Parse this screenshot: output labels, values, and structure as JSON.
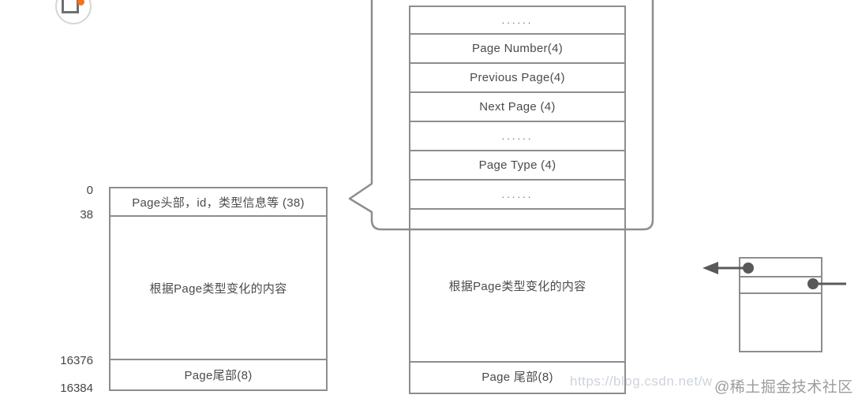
{
  "colors": {
    "border": "#8d8d8d",
    "text": "#4b4b4b",
    "arrow": "#595959",
    "accent_orange": "#f87316",
    "watermark_url_color": "#ced3dd",
    "watermark_brand_color": "#9c9c9c"
  },
  "icons": {
    "top_left": "csdn-logo-icon (circle with square outline and orange dot)"
  },
  "left_box": {
    "offsets": [
      "0",
      "38",
      "16376",
      "16384"
    ],
    "rows": [
      {
        "label": "Page头部，id，类型信息等 (38)"
      },
      {
        "label": "根据Page类型变化的内容"
      },
      {
        "label": "Page尾部(8)"
      }
    ]
  },
  "detail_box": {
    "rows": [
      "......",
      "Page Number(4)",
      "Previous Page(4)",
      "Next Page (4)",
      "......",
      "Page Type (4)",
      "......",
      "根据Page类型变化的内容",
      "Page 尾部(8)"
    ]
  },
  "small_box": {
    "rows": [
      "prev-pointer-row",
      "next-pointer-row",
      "body"
    ]
  },
  "watermarks": {
    "url": "https://blog.csdn.net/w",
    "brand": "@稀土掘金技术社区"
  }
}
